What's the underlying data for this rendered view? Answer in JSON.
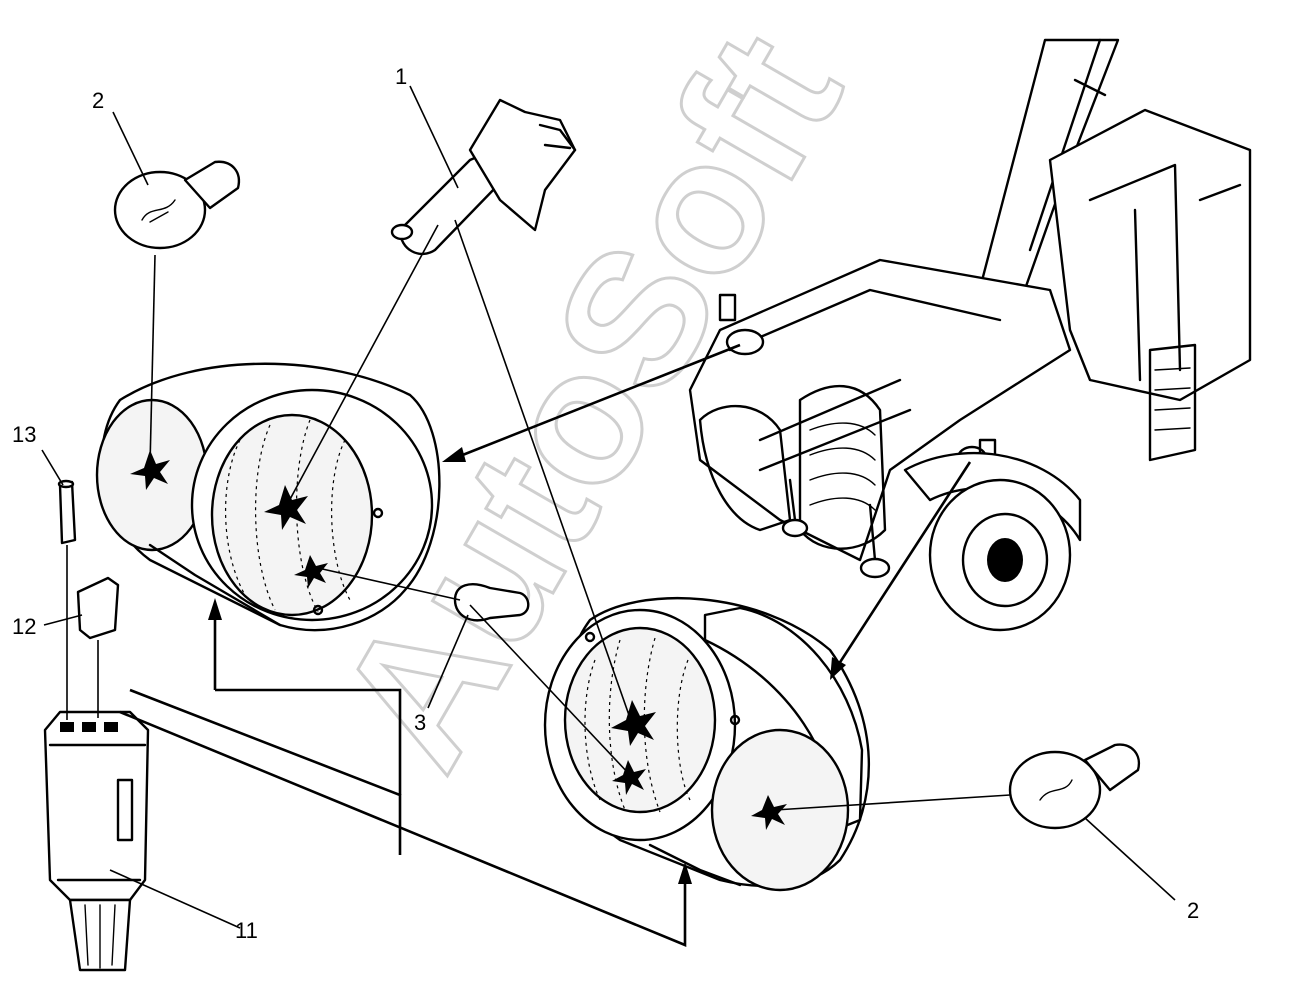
{
  "watermark": "AutoSoft",
  "callouts": [
    {
      "id": "1",
      "text": "1"
    },
    {
      "id": "2a",
      "text": "2"
    },
    {
      "id": "2b",
      "text": "2"
    },
    {
      "id": "3",
      "text": "3"
    },
    {
      "id": "11",
      "text": "11"
    },
    {
      "id": "12",
      "text": "12"
    },
    {
      "id": "13",
      "text": "13"
    }
  ]
}
